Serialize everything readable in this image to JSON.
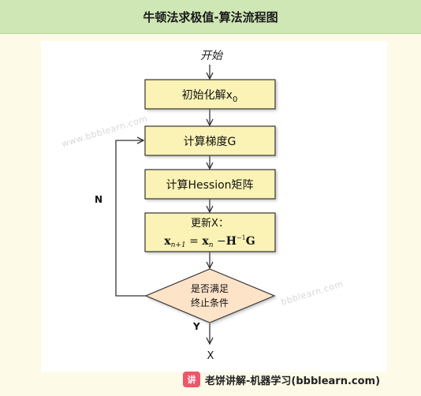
{
  "title": "牛顿法求极值-算法流程图",
  "nodes": {
    "start": "开始",
    "init": "初始化解x",
    "init_sub": "0",
    "gradient": "计算梯度G",
    "hessian": "计算Hession矩阵",
    "update_title": "更新X：",
    "decision_line1": "是否满足",
    "decision_line2": "终止条件",
    "end": "X"
  },
  "formula": {
    "x": "x",
    "sub_n1": "n+1",
    "eq": " = ",
    "x2": "x",
    "sub_n": "n",
    "minus": " −",
    "H": "H",
    "sup": "−1",
    "G": "G"
  },
  "edge_labels": {
    "no": "N",
    "yes": "Y"
  },
  "watermarks": [
    "www.bbblearn.com",
    "bbblearn.com"
  ],
  "footer": {
    "logo": "讲",
    "text": "老饼讲解-机器学习(bbblearn.com)"
  },
  "colors": {
    "header_bg": "#cfe6b5",
    "process_fill": "#fbf3b5",
    "decision_fill": "#fde3c8"
  }
}
